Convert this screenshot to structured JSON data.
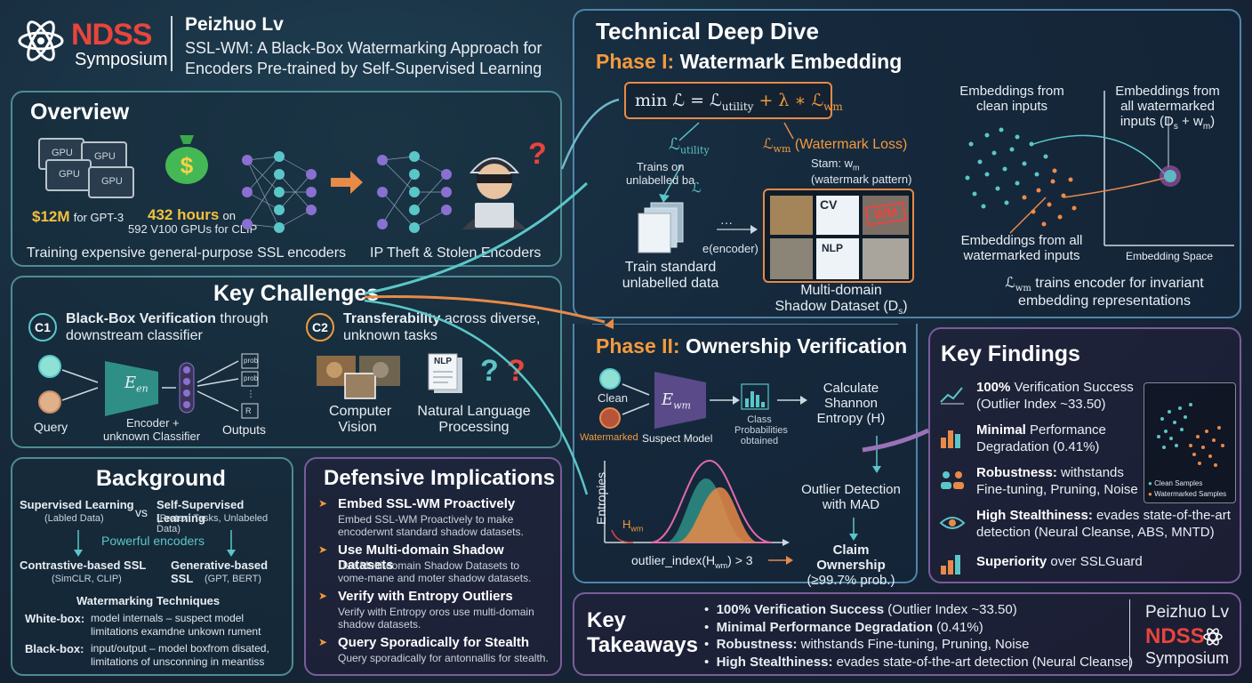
{
  "header": {
    "logo_brand": "NDSS",
    "logo_sub": "Symposium",
    "author": "Peizhuo Lv",
    "title_line1": "SSL-WM: A Black-Box Watermarking Approach for",
    "title_line2": "Encoders Pre-trained by Self-Supervised Learning"
  },
  "overview": {
    "title": "Overview",
    "gpu_labels": [
      "GPU",
      "GPU",
      "GPU",
      "GPU"
    ],
    "cost_value": "$12M",
    "cost_label": "for GPT-3",
    "hours_value": "432 hours",
    "hours_label1": "on",
    "hours_label2": "592 V100 GPUs for CLIP",
    "caption_left": "Training expensive general-purpose SSL encoders",
    "caption_right": "IP Theft & Stolen Encoders",
    "question": "?"
  },
  "challenges": {
    "title": "Key Challenges",
    "c1_badge": "C1",
    "c1_bold": "Black-Box Verification",
    "c1_rest1": " through",
    "c1_rest2": "downstream classifier",
    "c2_badge": "C2",
    "c2_bold": "Transferability",
    "c2_rest1": " across diverse,",
    "c2_rest2": "unknown tasks",
    "query_label": "Query",
    "encoder_symbol": "E",
    "encoder_sub": "en",
    "encoder_label1": "Encoder +",
    "encoder_label2": "unknown Classifier",
    "outputs_label": "Outputs",
    "prob_labels": [
      "prob",
      "prob",
      "⋮",
      "R"
    ],
    "cv_label1": "Computer",
    "cv_label2": "Vision",
    "nlp_doc": "NLP",
    "nlp_label1": "Natural Language",
    "nlp_label2": "Processing"
  },
  "background": {
    "title": "Background",
    "supervised": "Supervised Learning",
    "supervised_sub": "(Labled Data)",
    "vs": "vs",
    "self_supervised": "Self-Supervised Learning",
    "self_supervised_sub": "(Pretext Tasks, Unlabeled Data)",
    "powerful": "Powerful encoders",
    "contrastive": "Contrastive-based SSL",
    "contrastive_sub": "(SimCLR, CLIP)",
    "generative": "Generative-based SSL",
    "generative_sub": "(GPT, BERT)",
    "techniques": "Watermarking Techniques",
    "whitebox_label": "White-box:",
    "whitebox_desc1": "model internals – suspect model",
    "whitebox_desc2": "limitations examdne unkown rument",
    "blackbox_label": "Black-box:",
    "blackbox_desc1": "input/output – model boxfrom disated,",
    "blackbox_desc2": "limitations of unsconning in meantiss"
  },
  "defensive": {
    "title": "Defensive Implications",
    "items": [
      {
        "title": "Embed SSL-WM Proactively",
        "desc1": "Embed SSL-WM Proactively to make",
        "desc2": "encoderwnt standard shadow datasets."
      },
      {
        "title": "Use Multi-domain Shadow Datasets",
        "desc1": "Use Multi-domain Shadow Datasets to",
        "desc2": "vome-mane and moter shadow datasets."
      },
      {
        "title": "Verify with Entropy Outliers",
        "desc1": "Verify with Entropy oros use multi-domain",
        "desc2": "shadow datasets."
      },
      {
        "title": "Query Sporadically for Stealth",
        "desc1": "Query sporadically for antonnallis for stealth.",
        "desc2": ""
      }
    ]
  },
  "deep_dive": {
    "title": "Technical Deep Dive",
    "phase1_prefix": "Phase I:",
    "phase1_title": " Watermark Embedding",
    "formula_min": "min ℒ = ℒ",
    "formula_utility_sub": "utility",
    "formula_plus": " + λ ∗ ℒ",
    "formula_wm_sub": "wm",
    "l_utility": "ℒ",
    "l_utility_sub": "utility",
    "l_wm": "ℒ",
    "l_wm_sub": "wm",
    "l_wm_label": " (Watermark Loss)",
    "trains_on1": "Trains on",
    "trains_on2": "unlabelled ba",
    "l_symbol": "ℒ",
    "stam_label": "Stam: w",
    "stam_sub": "m",
    "stam_label2": "(watermark pattern)",
    "train_standard1": "Train standard",
    "train_standard2": "unlabelled data",
    "dots": "···",
    "encoder_e": "e(encoder)",
    "cv_doc": "CV",
    "wm_stamp": "WM",
    "nlp_doc": "NLP",
    "shadow1": "Multi-domain",
    "shadow2": "Shadow Dataset (D",
    "shadow_sub": "s",
    "shadow_close": ")",
    "emb_clean1": "Embeddings from",
    "emb_clean2": "clean inputs",
    "emb_all1": "Embeddings from",
    "emb_all2": "all watermarked",
    "emb_all3": "inputs (D",
    "emb_all3_sub": "s",
    "emb_all3_rest": " + w",
    "emb_all3_sub2": "m",
    "emb_all3_close": ")",
    "emb_wm1": "Embeddings from all",
    "emb_wm2": "watermarked inputs",
    "emb_space": "Embedding Space",
    "lwm_trains1": " trains encoder for invariant",
    "lwm_trains2": "embedding representations",
    "phase2_prefix": "Phase II:",
    "phase2_title": " Ownership Verification",
    "clean": "Clean",
    "watermarked": "Watermarked",
    "ewm_symbol": "E",
    "ewm_sub": "wm",
    "suspect": "Suspect Model",
    "class_prob1": "Class",
    "class_prob2": "Probabilities",
    "class_prob3": "obtained",
    "calc1": "Calculate",
    "calc2": "Shannon",
    "calc3": "Entropy (H)",
    "outlier1": "Outlier Detection",
    "outlier2": "with MAD",
    "claim1": "Claim Ownership",
    "claim2": "(≥99.7% prob.)",
    "entropies": "Entropies",
    "hwm": "H",
    "hwm_sub": "wm",
    "outlier_index": "outlier_index(H",
    "outlier_index_sub": "wm",
    "outlier_index_rest": ") > 3"
  },
  "findings": {
    "title": "Key Findings",
    "items": [
      {
        "bold": "100%",
        "rest1": " Verification Success",
        "rest2": "(Outlier Index ~33.50)"
      },
      {
        "bold": "Minimal",
        "rest1": " Performance",
        "rest2": "Degradation (0.41%)"
      },
      {
        "bold": "Robustness:",
        "rest1": " withstands",
        "rest2": "Fine-tuning, Pruning, Noise"
      },
      {
        "bold": "High Stealthiness:",
        "rest1": " evades state-of-the-art",
        "rest2": "detection (Neural Cleanse, ABS, MNTD)"
      },
      {
        "bold": "Superiority",
        "rest1": " over SSLGuard",
        "rest2": ""
      }
    ],
    "legend_clean": "Clean Samples",
    "legend_wm": "Watermarked Samples"
  },
  "takeaways": {
    "title1": "Key",
    "title2": "Takeaways",
    "items": [
      {
        "bold": "100% Verification Success",
        "rest": " (Outlier Index ~33.50)"
      },
      {
        "bold": "Minimal Performance Degradation",
        "rest": " (0.41%)"
      },
      {
        "bold": "Robustness:",
        "rest": " withstands Fine-tuning, Pruning, Noise"
      },
      {
        "bold": "High Stealthiness:",
        "rest": " evades state-of-the-art detection (Neural Cleanse)"
      }
    ],
    "author": "Peizhuo Lv",
    "brand": "NDSS",
    "sub": "Symposium"
  },
  "colors": {
    "accent_orange": "#f39a3d",
    "accent_red": "#e8453c",
    "accent_teal": "#5bc6c8",
    "panel_teal": "#4f8c92",
    "panel_purple": "#7a5d9a"
  }
}
